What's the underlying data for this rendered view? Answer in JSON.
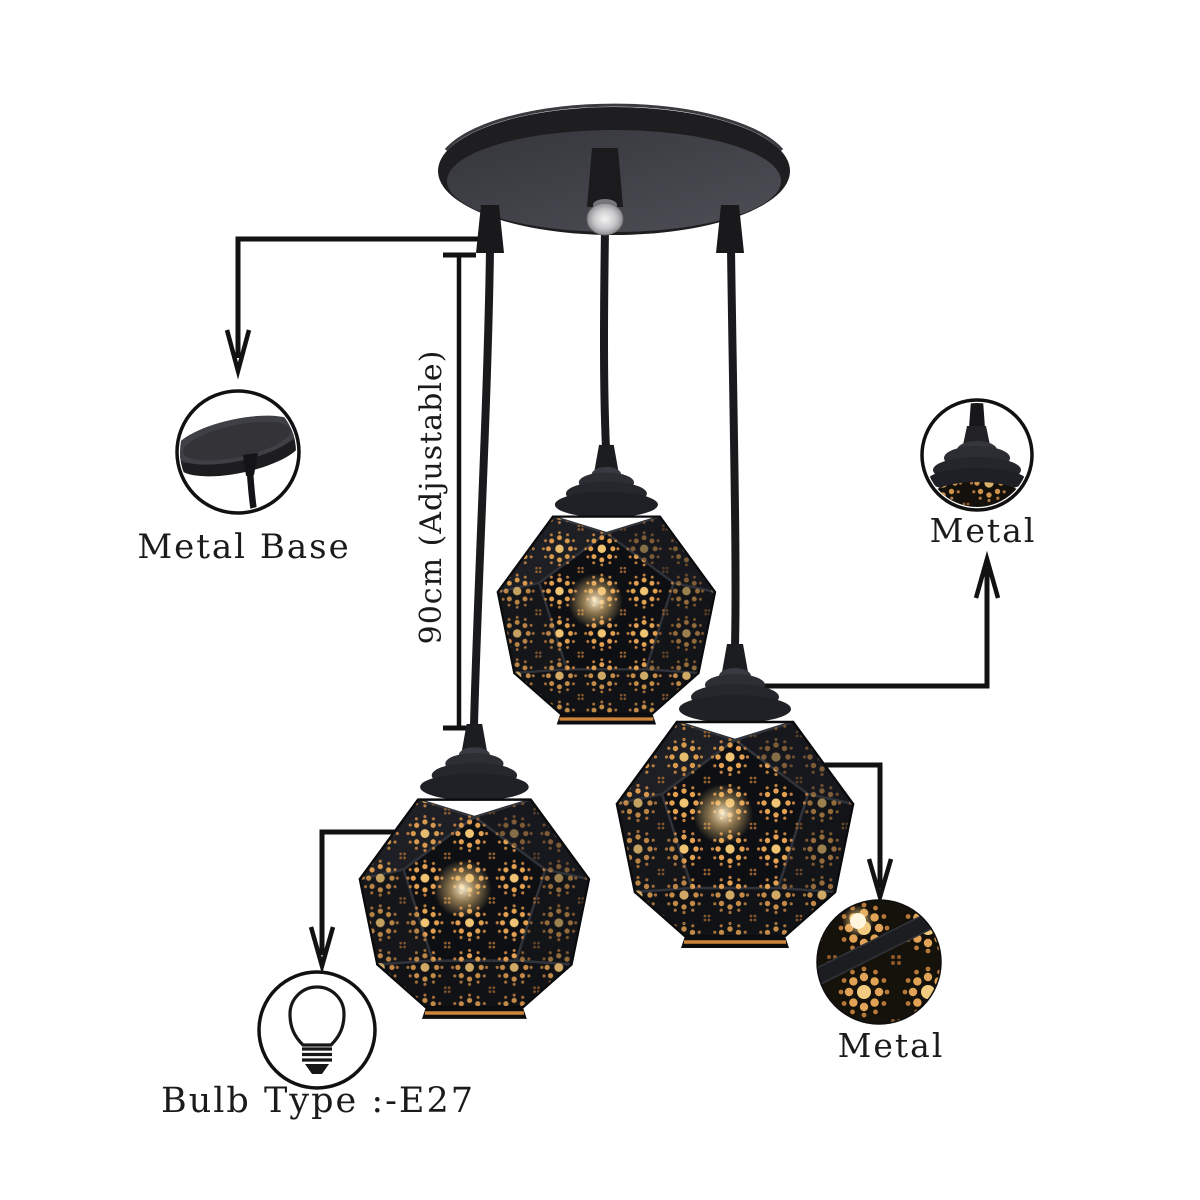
{
  "background_color": "#ffffff",
  "accent_colors": {
    "line": "#121212",
    "text": "#1b1b1b",
    "lamp_metal": "#15161a",
    "glow_amber": "#e2a14e",
    "glow_bright": "#f6dd9c",
    "rim_copper": "#cf8539",
    "canopy_underside": "#4a4a52"
  },
  "annotations": {
    "metal_base": "Metal Base",
    "cord_length": "90cm (Adjustable)",
    "metal_cap": "Metal",
    "metal_shade": "Metal",
    "bulb_type": "Bulb Type :-E27"
  },
  "icons": {
    "bulb": "bulb-icon",
    "arrow_down": "arrow-down-icon",
    "arrow_up": "arrow-up-icon",
    "measurement_line": "measurement-line"
  }
}
